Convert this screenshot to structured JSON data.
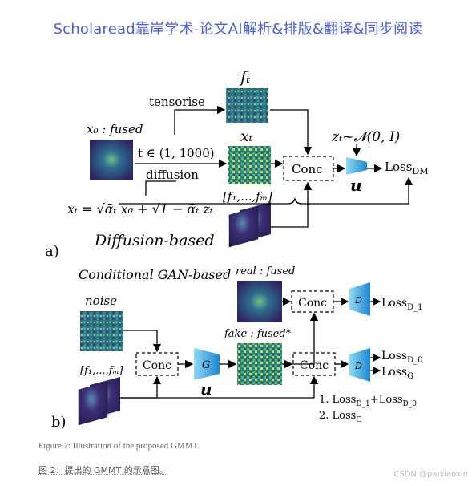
{
  "banner": "Scholaread靠岸学术-论文AI解析&排版&翻译&同步阅读",
  "panel_a": {
    "label": "a)",
    "title": "Diffusion-based",
    "x0_label": "x₀ : fused",
    "ft_label": "fₜ",
    "xt_label": "xₜ",
    "tensorise": "tensorise",
    "t_range": "t ∈ (1, 1000)",
    "diffusion": "diffusion",
    "fvec_label": "[f₁,...,fₘ]",
    "conc": "Conc",
    "noise_eq": "zₜ~𝓝(0, I)",
    "unet": "𝒖",
    "loss": "Loss",
    "loss_sub": "DM",
    "formula": "xₜ = √ᾱₜ x₀ + √1 − ᾱₜ zₜ"
  },
  "panel_b": {
    "label": "b)",
    "title": "Conditional GAN-based",
    "noise": "noise",
    "fvec_label": "[f₁,...,fₘ]",
    "conc": "Conc",
    "G": "G",
    "unet": "𝒖",
    "real_label": "real : fused",
    "fake_label": "fake : fused*",
    "conc_real": "Conc",
    "conc_fake": "Conc",
    "D1": "D",
    "D2": "D",
    "loss_d1": "Loss",
    "loss_d1_sub": "D_1",
    "loss_d0": "Loss",
    "loss_d0_sub": "D_0",
    "loss_g": "Loss",
    "loss_g_sub": "G",
    "step1": "1.  Loss",
    "step1_sub1": "D_1",
    "step1_plus": "+Loss",
    "step1_sub2": "D_0",
    "step2": "2.  Loss",
    "step2_sub": "G"
  },
  "caption": "Figure 2: Illustration of the proposed GMMT.",
  "caption_cn": "图 2：提出的 GMMT 的示意图。",
  "watermark": "CSDN @paixiaoxin",
  "colors": {
    "banner": "#4a5ee0",
    "unet_light": "#7fd1f2",
    "unet_dark": "#1f8fd6",
    "map_dark": "#3b2a6e",
    "map_mid": "#2c8c8a",
    "map_hot": "#d8e84a"
  }
}
